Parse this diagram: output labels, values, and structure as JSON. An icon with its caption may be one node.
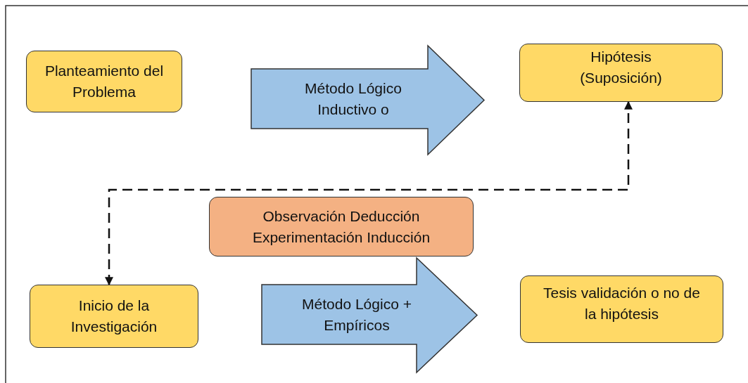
{
  "diagram": {
    "nodes": [
      {
        "text": [
          "Planteamiento del Problema"
        ]
      },
      {
        "text": [
          "Método Lógico Inductivo o"
        ]
      },
      {
        "text": [
          "Hipótesis (Suposición)"
        ]
      },
      {
        "text": [
          "Observación Deducción Experimentación Inducción"
        ]
      },
      {
        "text": [
          "Inicio de la Investigación"
        ]
      },
      {
        "text": [
          "Método Lógico + Empíricos"
        ]
      },
      {
        "text": [
          "Tesis validación o no de la hipótesis"
        ]
      }
    ],
    "edges": [
      {
        "from": 4,
        "to": 2,
        "arrow": "both",
        "style": "dashed"
      }
    ]
  }
}
